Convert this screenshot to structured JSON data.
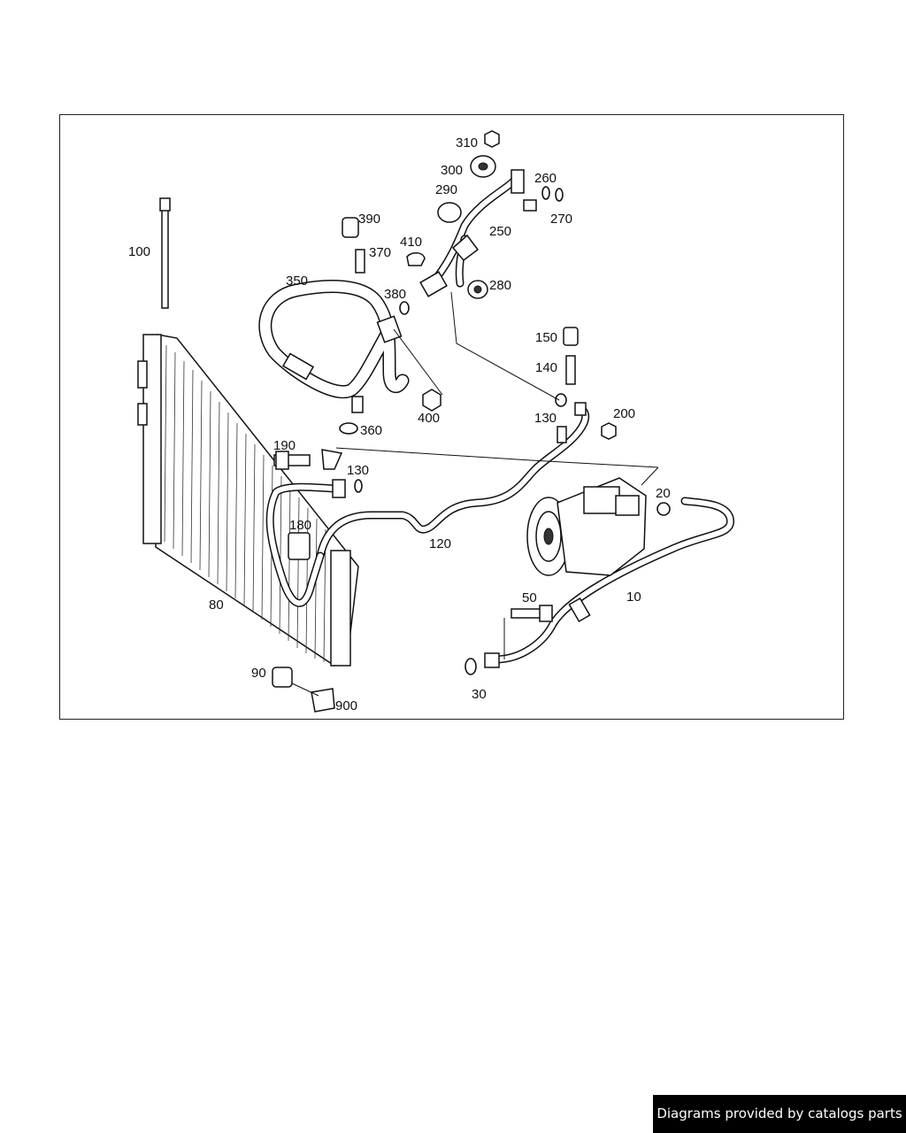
{
  "parts": {
    "p10": "10",
    "p20": "20",
    "p30": "30",
    "p50": "50",
    "p80": "80",
    "p90": "90",
    "p100": "100",
    "p120": "120",
    "p130a": "130",
    "p130b": "130",
    "p140": "140",
    "p150": "150",
    "p180": "180",
    "p190": "190",
    "p200": "200",
    "p250": "250",
    "p260": "260",
    "p270": "270",
    "p280": "280",
    "p290": "290",
    "p300": "300",
    "p310": "310",
    "p350": "350",
    "p360": "360",
    "p370": "370",
    "p380": "380",
    "p390": "390",
    "p400": "400",
    "p410": "410",
    "p900": "900"
  },
  "footer": {
    "watermark": "Diagrams provided by catalogs parts"
  }
}
